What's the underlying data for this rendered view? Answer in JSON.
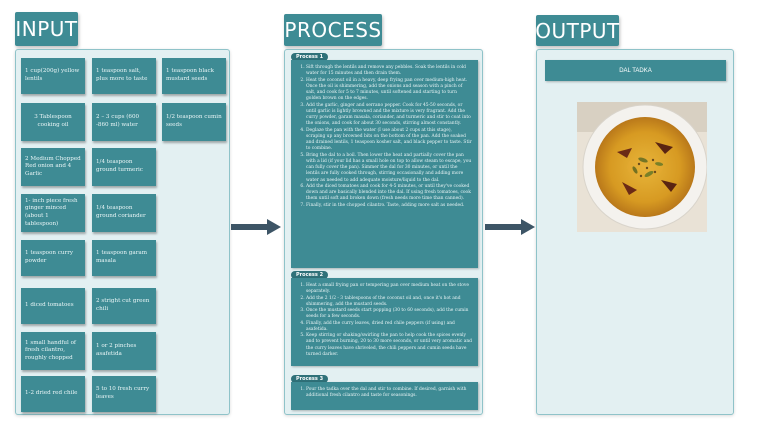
{
  "sections": {
    "input": "INPUT",
    "process": "PROCESS",
    "output": "OUTPUT"
  },
  "ingredients": [
    "1 cup(200g) yellow lentils",
    "1 teaspoon salt, plus more to taste",
    "1 teaspoon black mustard seeds",
    "3 Tablespoon cooking oil",
    "2 – 3 cups (600 -860 ml) water",
    "1/2 teaspoon cumin seeds",
    "2 Medium Chopped Red onion and 4 Garlic",
    "1/4 teaspoon ground turmeric",
    "1- inch piece fresh ginger minced (about 1 tablespoon)",
    "1/4 teaspoon ground coriander",
    "1 teaspoon curry powder",
    "1 teaspoon garam masala",
    "1 diced tomatoes",
    "2 stright cut green chili",
    "1 small handful of fresh cilantro, roughly chopped",
    "1 or 2 pinches asafetida",
    "1-2 dried red chile",
    "5 to 10 fresh curry leaves"
  ],
  "process": [
    {
      "label": "Process 1",
      "steps": [
        "Sift through the lentils and remove any pebbles. Soak the lentils in cold water for 15 minutes and then drain them.",
        "Heat the coconut oil in a heavy, deep frying pan over medium-high heat. Once the oil is shimmering, add the onions and season with a pinch of salt, and cook for 5 to 7 minutes, until softened and starting to turn golden brown on the edges.",
        "Add the garlic, ginger and serrano pepper. Cook for 45-50 seconds, or until garlic is lightly browned and the mixture is very fragrant. Add the curry powder, garam masala, coriander, and turmeric and stir to coat into the onions, and cook for about 30 seconds, stirring almost constantly.",
        "Deglaze the pan with the water (I use about 2 cups at this stage), scraping up any browned bits on the bottom of the pan. Add the soaked and drained lentils, 1 teaspoon kosher salt, and black pepper to taste. Stir to combine.",
        "Bring the dal to a boil. Then lower the heat and partially cover the pan with a lid (if your lid has a small hole on top to allow steam to escape, you can fully cover the pan). Simmer the dal for 30 minutes, or until the lentils are fully cooked through, stirring occasionally and adding more water as needed to add adequate moisture/liquid to the dal.",
        "Add the diced tomatoes and cook for 4-5 minutes, or until they've cooked down and are basically blended into the dal. If using fresh tomatoes, cook them until soft and broken down (fresh needs more time than canned).",
        "Finally, stir in the chopped cilantro. Taste, adding more salt as needed."
      ]
    },
    {
      "label": "Process 2",
      "steps": [
        "Heat a small frying pan or tempering pan over medium heat on the stove separately.",
        "Add the 2 1/2 - 3 tablespoons of the coconut oil and, once it's hot and shimmering, add the mustard seeds.",
        "Once the mustard seeds start popping (30 to 60 seconds), add the cumin seeds for a few seconds.",
        "Finally, add the curry leaves, dried red chile peppers (if using) and asafetida.",
        "Keep stirring or shaking/swirling the pan to help cook the spices evenly and to prevent burning, 20 to 30 more seconds, or until very aromatic and the curry leaves have shriveled, the chili peppers and cumin seeds have turned darker."
      ]
    },
    {
      "label": "Process 3",
      "steps": [
        "Pour the tadka over the dal and stir to combine. If desired, garnish with additional fresh cilantro and taste for seasonings."
      ]
    }
  ],
  "output": {
    "dish_name": "DAL TADKA"
  },
  "colors": {
    "teal": "#3e8b94",
    "panel_bg": "#e3f0f2",
    "arrow": "#3d5566"
  }
}
